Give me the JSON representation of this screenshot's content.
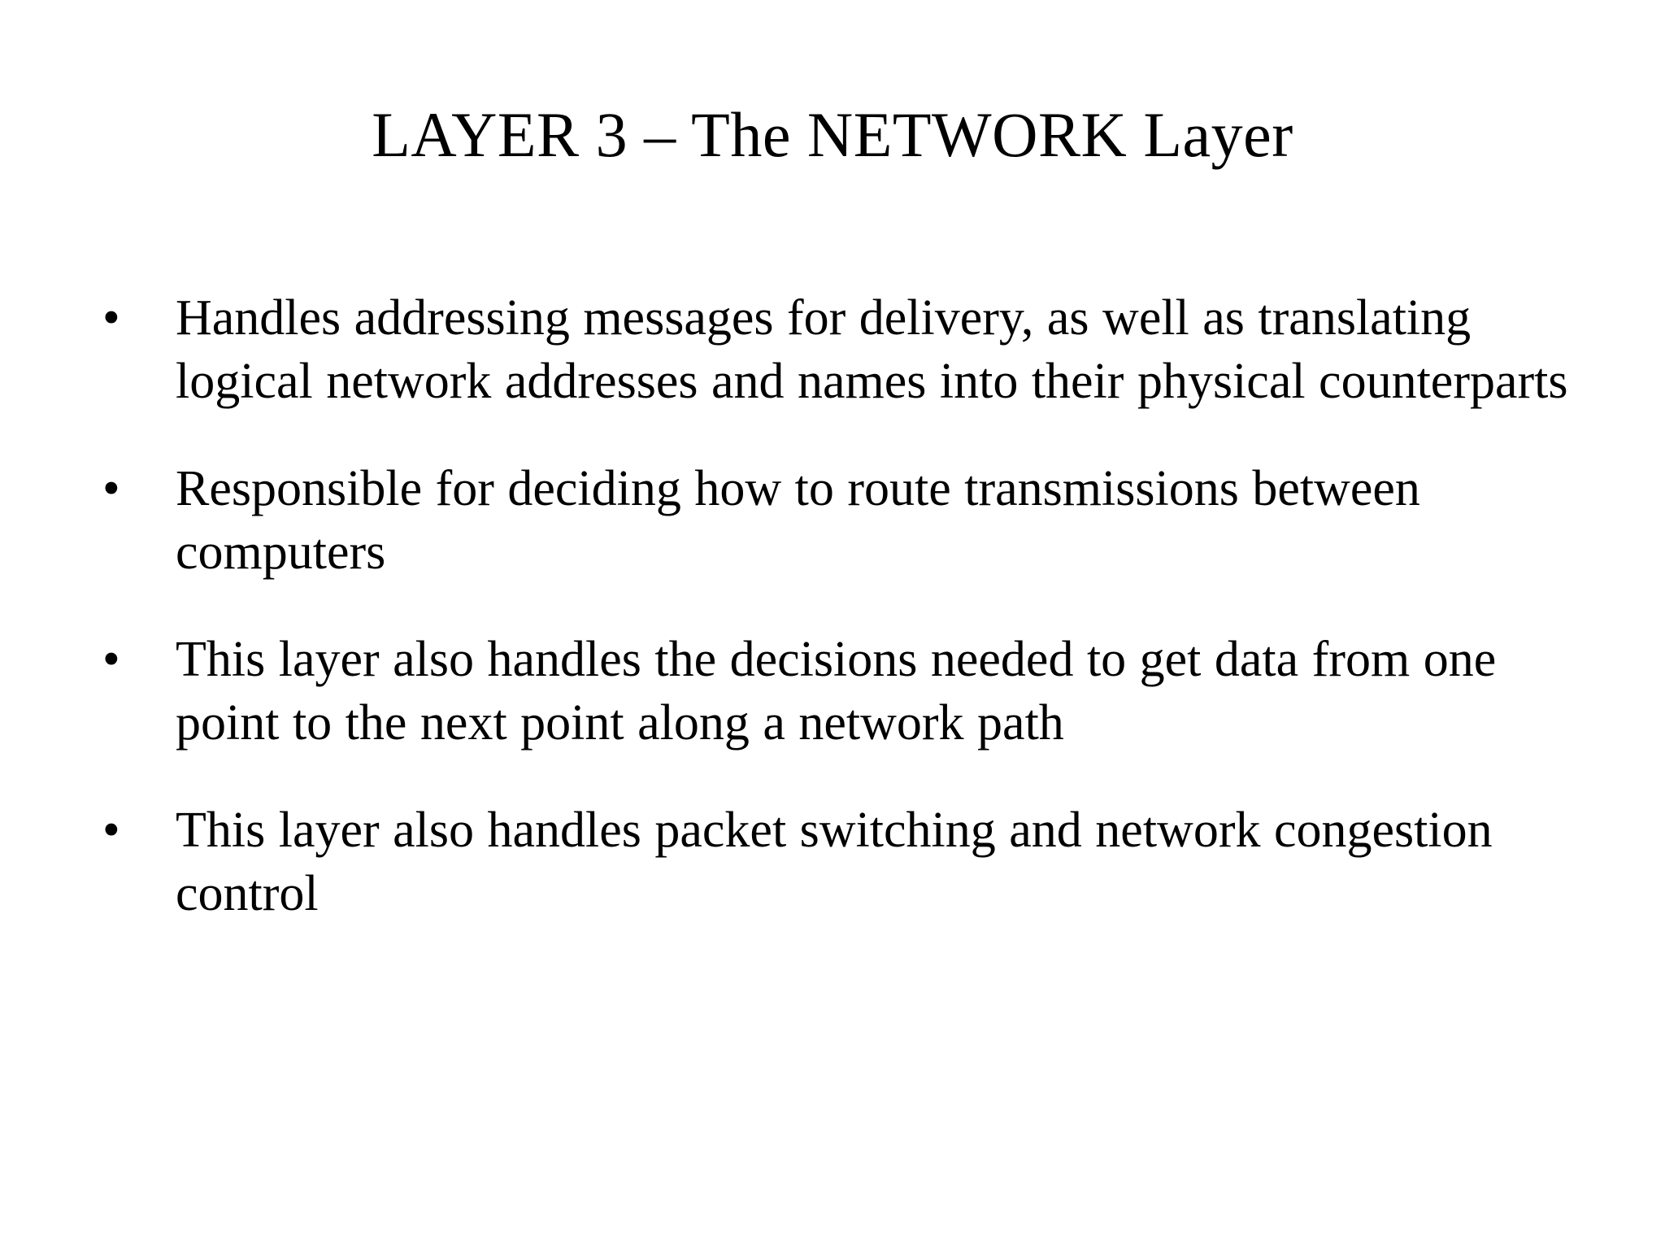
{
  "slide": {
    "title": "LAYER 3 – The NETWORK Layer",
    "background_color": "#ffffff",
    "text_color": "#000000",
    "bullet_glyph": "•",
    "bullets": [
      {
        "text": "Handles addressing messages for delivery, as well as translating logical network addresses and names into their physical counterparts"
      },
      {
        "text": "Responsible for deciding how to route transmissions between computers"
      },
      {
        "text": "This layer also handles the decisions needed to get data from one point to the next point along a network path"
      },
      {
        "text": "This layer also handles packet switching and network congestion control"
      }
    ]
  }
}
